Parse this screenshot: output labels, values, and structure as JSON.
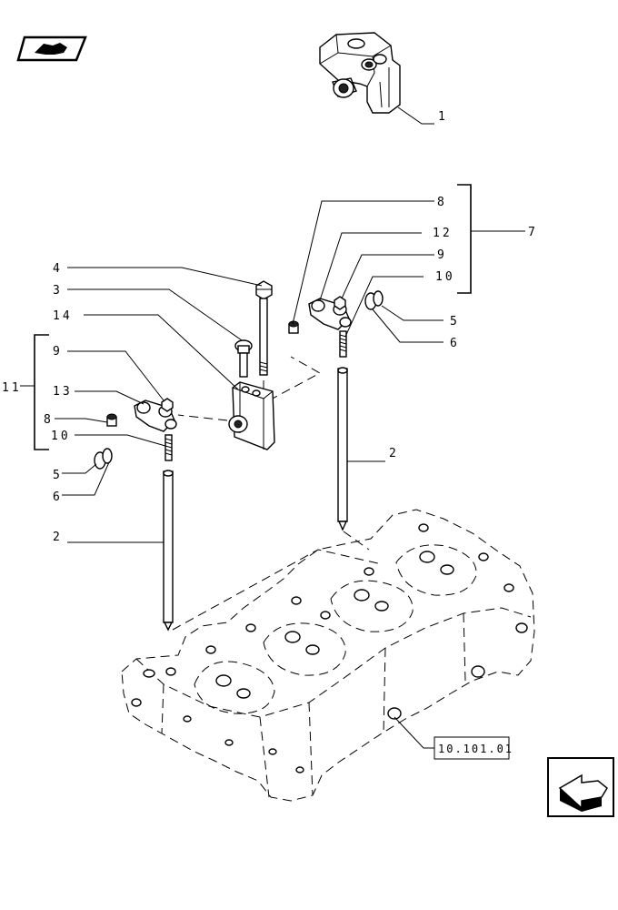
{
  "labels": {
    "l1": "1",
    "l2a": "2",
    "l2b": "2",
    "l3": "3",
    "l4": "4",
    "l5a": "5",
    "l5b": "5",
    "l6a": "6",
    "l6b": "6",
    "l7": "7",
    "l8a": "8",
    "l8b": "8",
    "l9a": "9",
    "l9b": "9",
    "l10a": "10",
    "l10b": "10",
    "l11": "11",
    "l12": "12",
    "l13": "13",
    "l14": "14"
  },
  "reference": {
    "text": "10.101.01"
  },
  "icons": {
    "top_left": "hand-pointing-book-icon",
    "bottom_right": "previous-page-arrow-icon"
  }
}
